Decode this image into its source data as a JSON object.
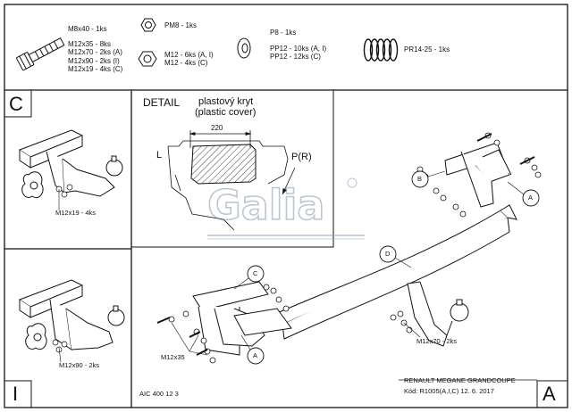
{
  "parts": {
    "bolt": [
      "M8x40 - 1ks",
      "M12x35 - 8ks",
      "M12x70 - 2ks (A)",
      "M12x90 - 2ks (I)",
      "M12x19 - 4ks (C)"
    ],
    "nut": [
      "PM8 - 1ks",
      "M12 - 6ks (A, I)",
      "M12 - 4ks (C)"
    ],
    "washer": [
      "P8 - 1ks",
      "PP12 - 10ks (A, I)",
      "PP12 - 12ks (C)"
    ],
    "spring": [
      "PR14-25 - 1ks"
    ]
  },
  "detail": {
    "title": "DETAIL",
    "caption_cz": "plastový kryt",
    "caption_en": "(plastic cover)",
    "dimension": "220",
    "left_label": "L",
    "right_label": "P(R)"
  },
  "panels": {
    "c_letter": "C",
    "c_bolt": "M12x19 - 4ks",
    "i_letter": "I",
    "i_bolt": "M12x90 - 2ks",
    "a_letter": "A"
  },
  "main": {
    "callout_a_top": "A",
    "callout_b": "B",
    "callout_c": "C",
    "callout_d": "D",
    "callout_a_bottom": "A",
    "bolt_left": "M12x35",
    "bolt_ball": "M12x70 - 2ks"
  },
  "footer": {
    "drawing_no": "AIC 400 12 3",
    "vehicle": "RENAULT MEGANE GRANDCOUPE",
    "code": "Kód: R1005(A,I,C)   12. 6. 2017"
  },
  "watermark": "Galia"
}
